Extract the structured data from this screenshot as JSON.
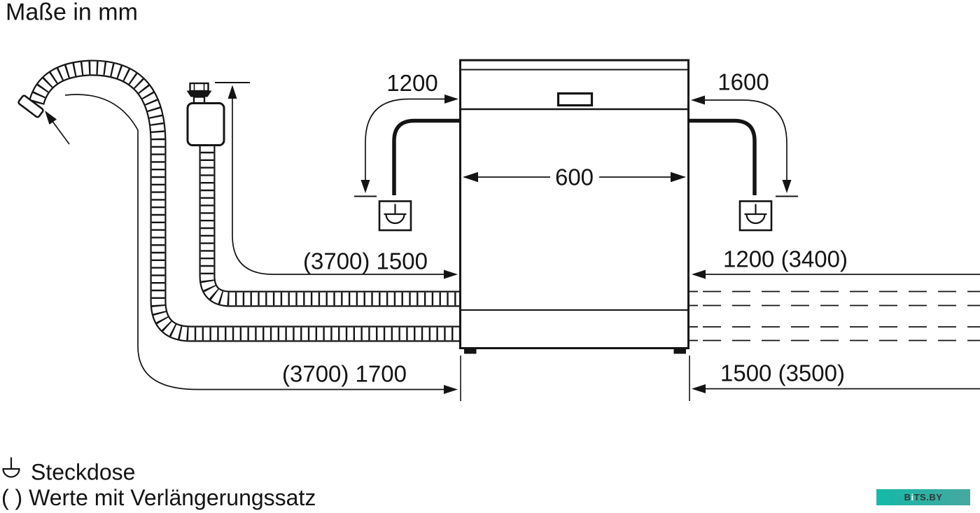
{
  "title": "Maße in mm",
  "dimensions": {
    "cord_left": "1200",
    "cord_right": "1600",
    "appliance_width": "600",
    "supply_hose": "(3700) 1500",
    "drain_hose": "(3700) 1700",
    "right_supply": "1200 (3400)",
    "right_drain": "1500 (3500)"
  },
  "legend": {
    "socket": "Steckdose",
    "extension_values": "( ) Werte mit Verlängerungssatz"
  },
  "watermark": {
    "b": "B",
    "i": "i",
    "rest": "TS.BY"
  },
  "colors": {
    "line": "#141414",
    "background": "#ffffff"
  }
}
